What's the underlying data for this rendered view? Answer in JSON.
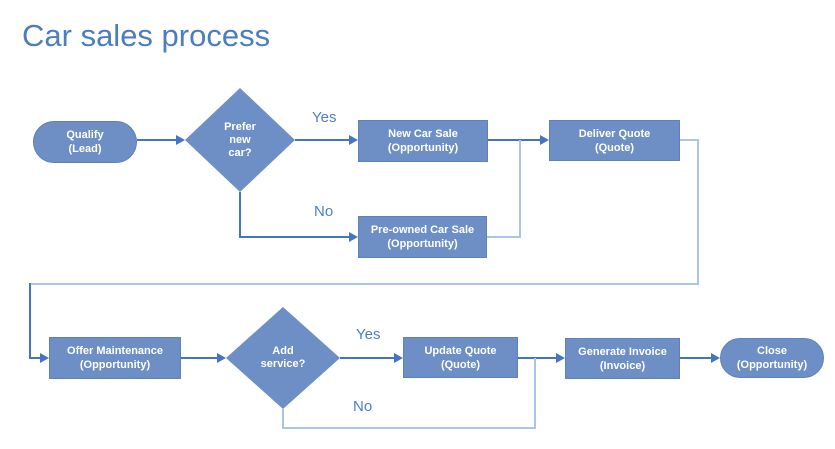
{
  "title": "Car sales process",
  "colors": {
    "title_text": "#4a7ebe",
    "shape_fill": "#6d8fc5",
    "shape_border": "#5e82b8",
    "shape_text": "#ffffff",
    "connector_dark": "#4574c6",
    "connector_light": "#a9c4e8",
    "edge_label_text": "#4c7fcb"
  },
  "nodes": {
    "qualify": {
      "type": "terminator",
      "lines": [
        "Qualify",
        "(Lead)"
      ]
    },
    "prefer": {
      "type": "decision",
      "lines": [
        "Prefer",
        "new",
        "car?"
      ]
    },
    "new_car": {
      "type": "process",
      "lines": [
        "New Car Sale",
        "(Opportunity)"
      ]
    },
    "deliver": {
      "type": "process",
      "lines": [
        "Deliver Quote",
        "(Quote)"
      ]
    },
    "preowned": {
      "type": "process",
      "lines": [
        "Pre-owned Car Sale",
        "(Opportunity)"
      ]
    },
    "offer": {
      "type": "process",
      "lines": [
        "Offer Maintenance",
        "(Opportunity)"
      ]
    },
    "add_service": {
      "type": "decision",
      "lines": [
        "Add",
        "service?"
      ]
    },
    "update": {
      "type": "process",
      "lines": [
        "Update Quote",
        "(Quote)"
      ]
    },
    "invoice": {
      "type": "process",
      "lines": [
        "Generate Invoice",
        "(Invoice)"
      ]
    },
    "close": {
      "type": "terminator",
      "lines": [
        "Close",
        "(Opportunity)"
      ]
    }
  },
  "edge_labels": {
    "prefer_yes": "Yes",
    "prefer_no": "No",
    "service_yes": "Yes",
    "service_no": "No"
  }
}
